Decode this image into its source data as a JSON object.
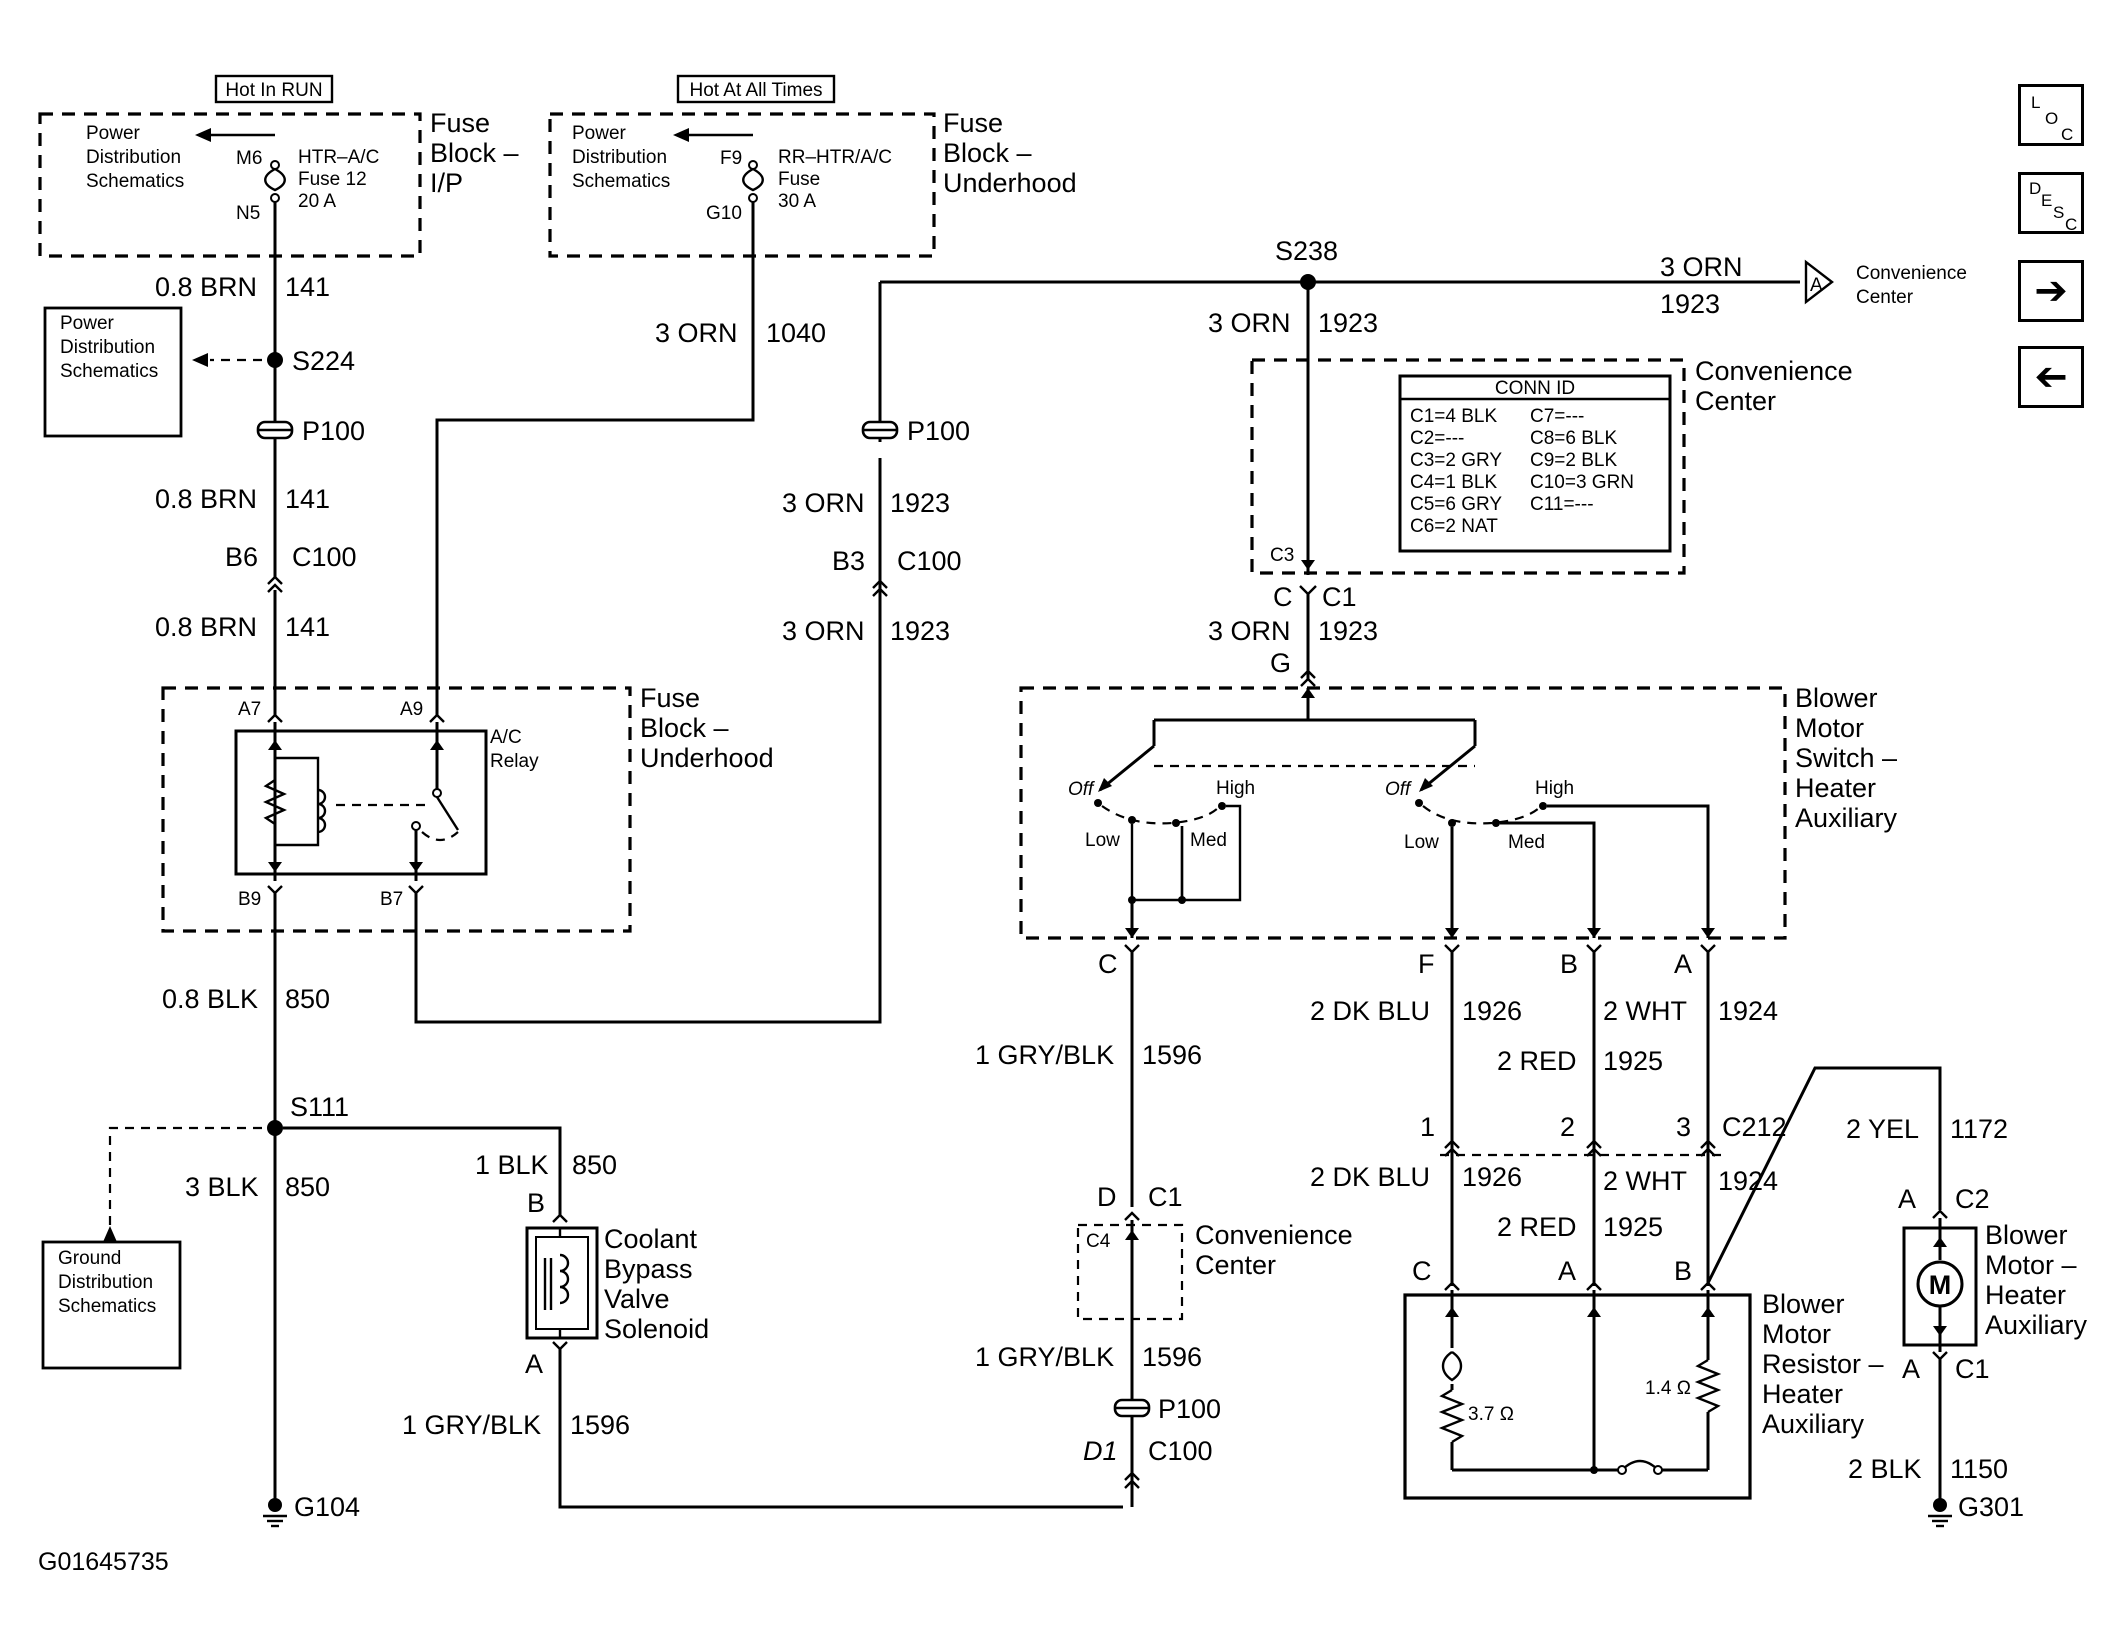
{
  "headers": {
    "hot_run": "Hot In RUN",
    "hot_all": "Hot At All Times"
  },
  "fuse_ip": {
    "title": [
      "Fuse",
      "Block –",
      "I/P"
    ],
    "pds": [
      "Power",
      "Distribution",
      "Schematics"
    ],
    "pin_top": "M6",
    "pin_bottom": "N5",
    "fuse": [
      "HTR–A/C",
      "Fuse 12",
      "20 A"
    ]
  },
  "fuse_uh_top": {
    "title": [
      "Fuse",
      "Block –",
      "Underhood"
    ],
    "pds": [
      "Power",
      "Distribution",
      "Schematics"
    ],
    "pin_top": "F9",
    "pin_bottom": "G10",
    "fuse": [
      "RR–HTR/A/C",
      "Fuse",
      "30 A"
    ]
  },
  "left_branch": {
    "w1_gauge": "0.8 BRN",
    "w1_circuit": "141",
    "splice": "S224",
    "pds": [
      "Power",
      "Distribution",
      "Schematics"
    ],
    "p100": "P100",
    "w2_gauge": "0.8 BRN",
    "w2_circuit": "141",
    "pin": "B6",
    "conn": "C100",
    "w3_gauge": "0.8 BRN",
    "w3_circuit": "141"
  },
  "wire_1040": {
    "gauge": "3 ORN",
    "circuit": "1040"
  },
  "mid_branch": {
    "p100": "P100",
    "w1_gauge": "3 ORN",
    "w1_circuit": "1923",
    "pin": "B3",
    "conn": "C100",
    "w2_gauge": "3 ORN",
    "w2_circuit": "1923"
  },
  "fuse_uh_mid": {
    "title": [
      "Fuse",
      "Block –",
      "Underhood"
    ],
    "pin_a7": "A7",
    "pin_a9": "A9",
    "pin_b9": "B9",
    "pin_b7": "B7",
    "relay": [
      "A/C",
      "Relay"
    ]
  },
  "ground_branch": {
    "w1_gauge": "0.8 BLK",
    "w1_circuit": "850",
    "splice": "S111",
    "w2_gauge": "3 BLK",
    "w2_circuit": "850",
    "ground": "G104",
    "gds": [
      "Ground",
      "Distribution",
      "Schematics"
    ]
  },
  "coolant": {
    "w1_gauge": "1 BLK",
    "w1_circuit": "850",
    "pin_b": "B",
    "pin_a": "A",
    "title": [
      "Coolant",
      "Bypass",
      "Valve",
      "Solenoid"
    ],
    "w2_gauge": "1 GRY/BLK",
    "w2_circuit": "1596"
  },
  "s238": {
    "splice": "S238",
    "out_gauge": "3 ORN",
    "out_circuit": "1923",
    "conn": "A",
    "dest": [
      "Convenience",
      "Center"
    ],
    "down_gauge": "3 ORN",
    "down_circuit": "1923"
  },
  "conv_center": {
    "title": [
      "Convenience",
      "Center"
    ],
    "table_title": "CONN ID",
    "col1": [
      "C1=4 BLK",
      "C2=---",
      "C3=2 GRY",
      "C4=1 BLK",
      "C5=6 GRY",
      "C6=2 NAT"
    ],
    "col2": [
      "C7=---",
      "C8=6 BLK",
      "C9=2 BLK",
      "C10=3 GRN",
      "C11=---"
    ],
    "pin_c3": "C3",
    "pin_c": "C",
    "conn_c1": "C1",
    "w_gauge": "3 ORN",
    "w_circuit": "1923",
    "pin_g": "G"
  },
  "blower_switch": {
    "title": [
      "Blower",
      "Motor",
      "Switch –",
      "Heater",
      "Auxiliary"
    ],
    "left": {
      "off": "Off",
      "high": "High",
      "low": "Low",
      "med": "Med"
    },
    "right": {
      "off": "Off",
      "high": "High",
      "low": "Low",
      "med": "Med"
    },
    "pins": [
      "C",
      "F",
      "B",
      "A"
    ]
  },
  "gry_wire": {
    "w1_gauge": "1 GRY/BLK",
    "w1_circuit": "1596",
    "pin_d": "D",
    "conn_c1": "C1",
    "pin_c4": "C4",
    "cc_title": [
      "Convenience",
      "Center"
    ],
    "w2_gauge": "1 GRY/BLK",
    "w2_circuit": "1596",
    "p100": "P100",
    "pin_d1": "D1",
    "conn_c100": "C100"
  },
  "harness": {
    "dkblu_gauge": "2 DK BLU",
    "dkblu_circuit": "1926",
    "red_gauge": "2 RED",
    "red_circuit": "1925",
    "wht_gauge": "2 WHT",
    "wht_circuit": "1924",
    "c212_pins": [
      "1",
      "2",
      "3"
    ],
    "c212": "C212",
    "dkblu2_gauge": "2 DK BLU",
    "dkblu2_circuit": "1926",
    "red2_gauge": "2 RED",
    "red2_circuit": "1925",
    "wht2_gauge": "2 WHT",
    "wht2_circuit": "1924"
  },
  "resistor": {
    "pins": [
      "C",
      "A",
      "B"
    ],
    "title": [
      "Blower",
      "Motor",
      "Resistor –",
      "Heater",
      "Auxiliary"
    ],
    "r1": "3.7 Ω",
    "r2": "1.4 Ω"
  },
  "motor": {
    "yel_gauge": "2 YEL",
    "yel_circuit": "1172",
    "pin_a_top": "A",
    "conn_c2": "C2",
    "symbol": "M",
    "title": [
      "Blower",
      "Motor –",
      "Heater",
      "Auxiliary"
    ],
    "pin_a_bottom": "A",
    "conn_c1": "C1",
    "blk_gauge": "2 BLK",
    "blk_circuit": "1150",
    "ground": "G301"
  },
  "figure_id": "G01645735",
  "nav": {
    "loc": [
      "L",
      "O",
      "C"
    ],
    "desc": [
      "D",
      "E",
      "S",
      "C"
    ],
    "next_icon": "arrow-right-icon",
    "prev_icon": "arrow-left-icon"
  }
}
